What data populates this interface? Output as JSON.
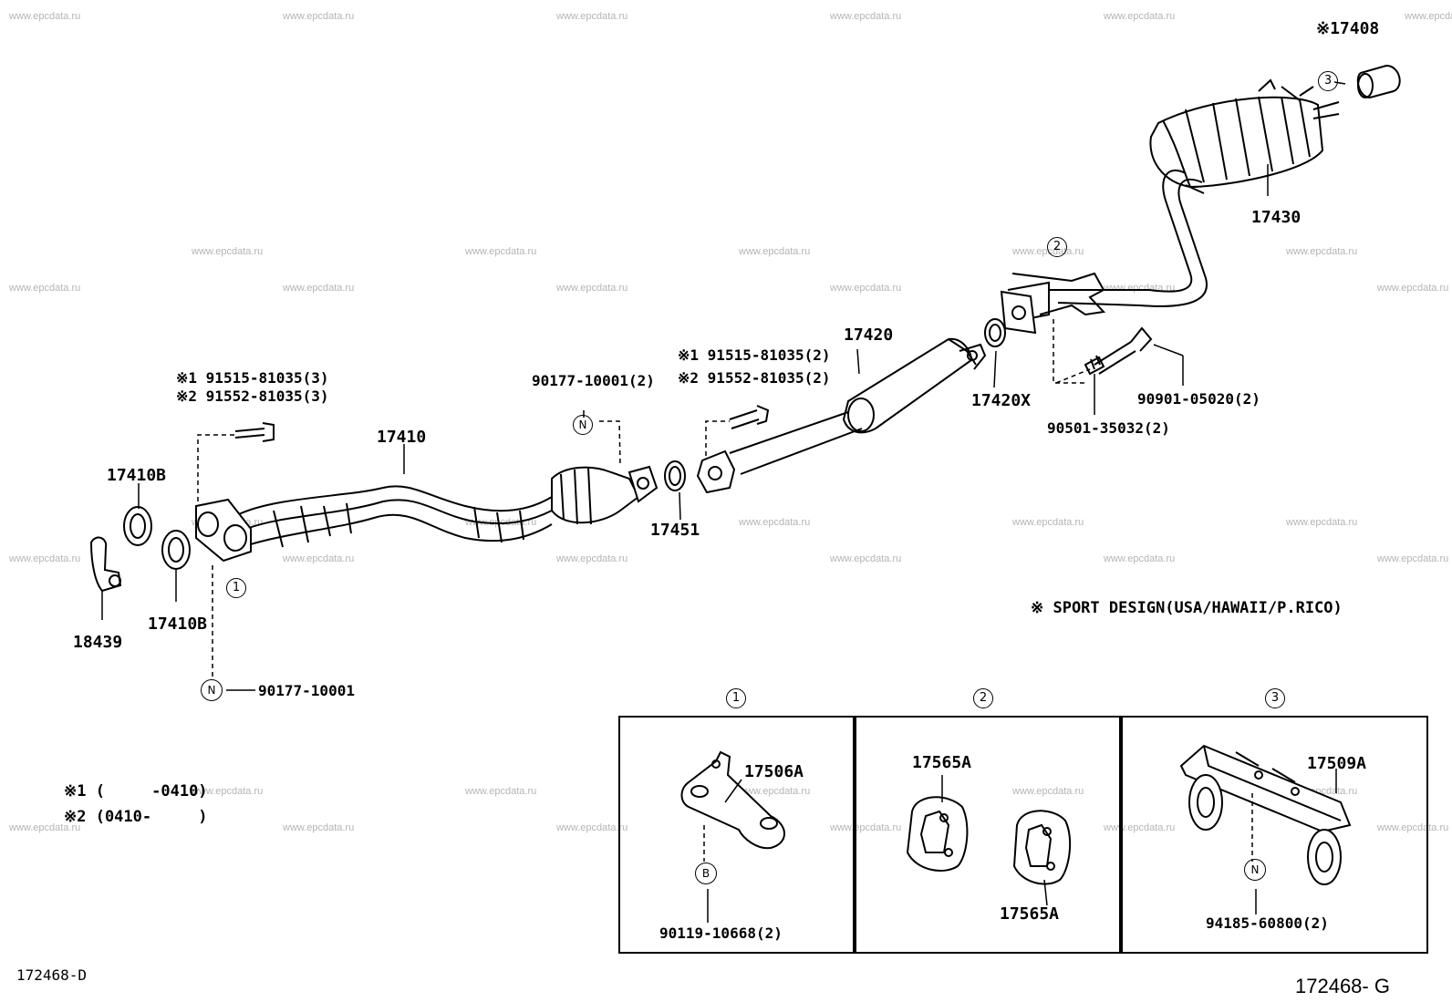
{
  "watermark_text": "www.epcdata.ru",
  "labels": {
    "p17408": "※17408",
    "p17430": "17430",
    "p17420": "17420",
    "p17420x": "17420X",
    "p90901": "90901-05020(2)",
    "p90501": "90501-35032(2)",
    "p17410": "17410",
    "p17410b_top": "17410B",
    "p17410b_bot": "17410B",
    "p18439": "18439",
    "p17451": "17451",
    "p90177_top": "90177-10001(2)",
    "p90177_bot": "90177-10001",
    "left_bolt_1": "※1  91515-81035(3)",
    "left_bolt_2": "※2  91552-81035(3)",
    "mid_bolt_1": "※1 91515-81035(2)",
    "mid_bolt_2": "※2 91552-81035(2)",
    "p17506a": "17506A",
    "p90119": "90119-10668(2)",
    "p17565a_top": "17565A",
    "p17565a_bot": "17565A",
    "p17509a": "17509A",
    "p94185": "94185-60800(2)"
  },
  "callouts": {
    "c1": "1",
    "c2": "2",
    "c3": "3",
    "n": "N",
    "b": "B"
  },
  "notes": {
    "sport": "※ SPORT DESIGN(USA/HAWAII/P.RICO)",
    "range1": "※1 (     -0410)",
    "range2": "※2 (0410-     )"
  },
  "codes": {
    "left": "172468-D",
    "right": "172468- G"
  }
}
